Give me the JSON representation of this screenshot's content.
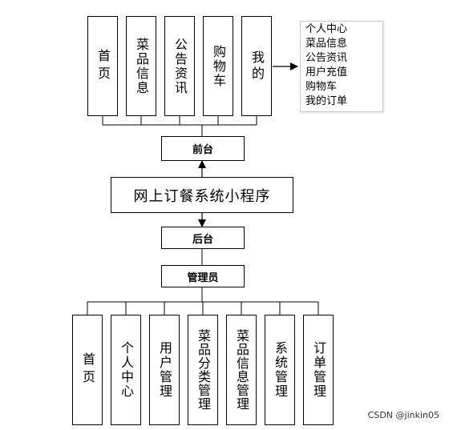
{
  "frontend_modules": [
    {
      "label": "首页"
    },
    {
      "label": "菜品信息"
    },
    {
      "label": "公告资讯"
    },
    {
      "label": "购物车"
    },
    {
      "label": "我的"
    }
  ],
  "mine_submenu": [
    "个人中心",
    "菜品信息",
    "公告资讯",
    "用户充值",
    "购物车",
    "我的订单"
  ],
  "frontend_label": "前台",
  "system_title": "网上订餐系统小程序",
  "backend_label": "后台",
  "admin_label": "管理员",
  "backend_modules": [
    {
      "label": "首页"
    },
    {
      "label": "个人中心"
    },
    {
      "label": "用户管理"
    },
    {
      "label": "菜品分类管理"
    },
    {
      "label": "菜品信息管理"
    },
    {
      "label": "系统管理"
    },
    {
      "label": "订单管理"
    }
  ],
  "watermark": "CSDN @jinkin05"
}
